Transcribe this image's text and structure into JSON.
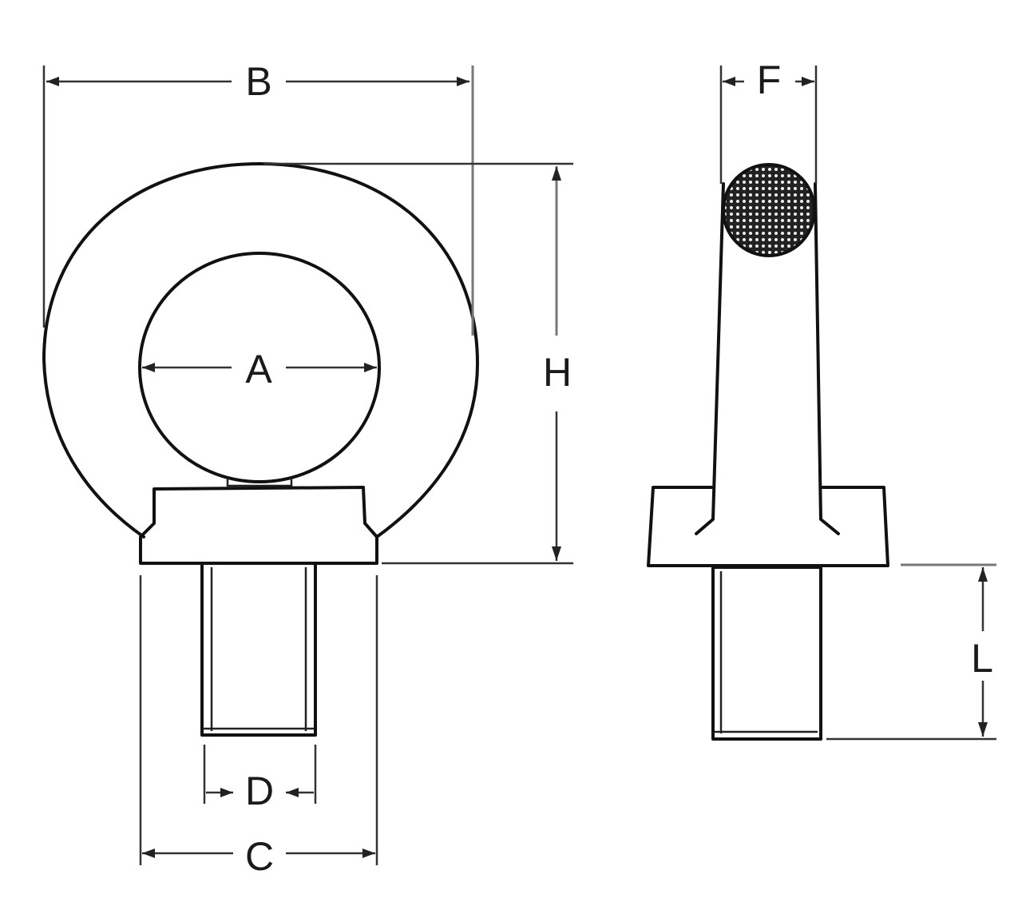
{
  "diagram": {
    "subject": "eye bolt dimension drawing",
    "views": [
      {
        "name": "front-view"
      },
      {
        "name": "side-view"
      }
    ],
    "labels": {
      "A": "A",
      "B": "B",
      "C": "C",
      "D": "D",
      "F": "F",
      "H": "H",
      "L": "L"
    },
    "colors": {
      "line": "#111111",
      "dimension_line": "#333333",
      "background": "#ffffff"
    }
  }
}
